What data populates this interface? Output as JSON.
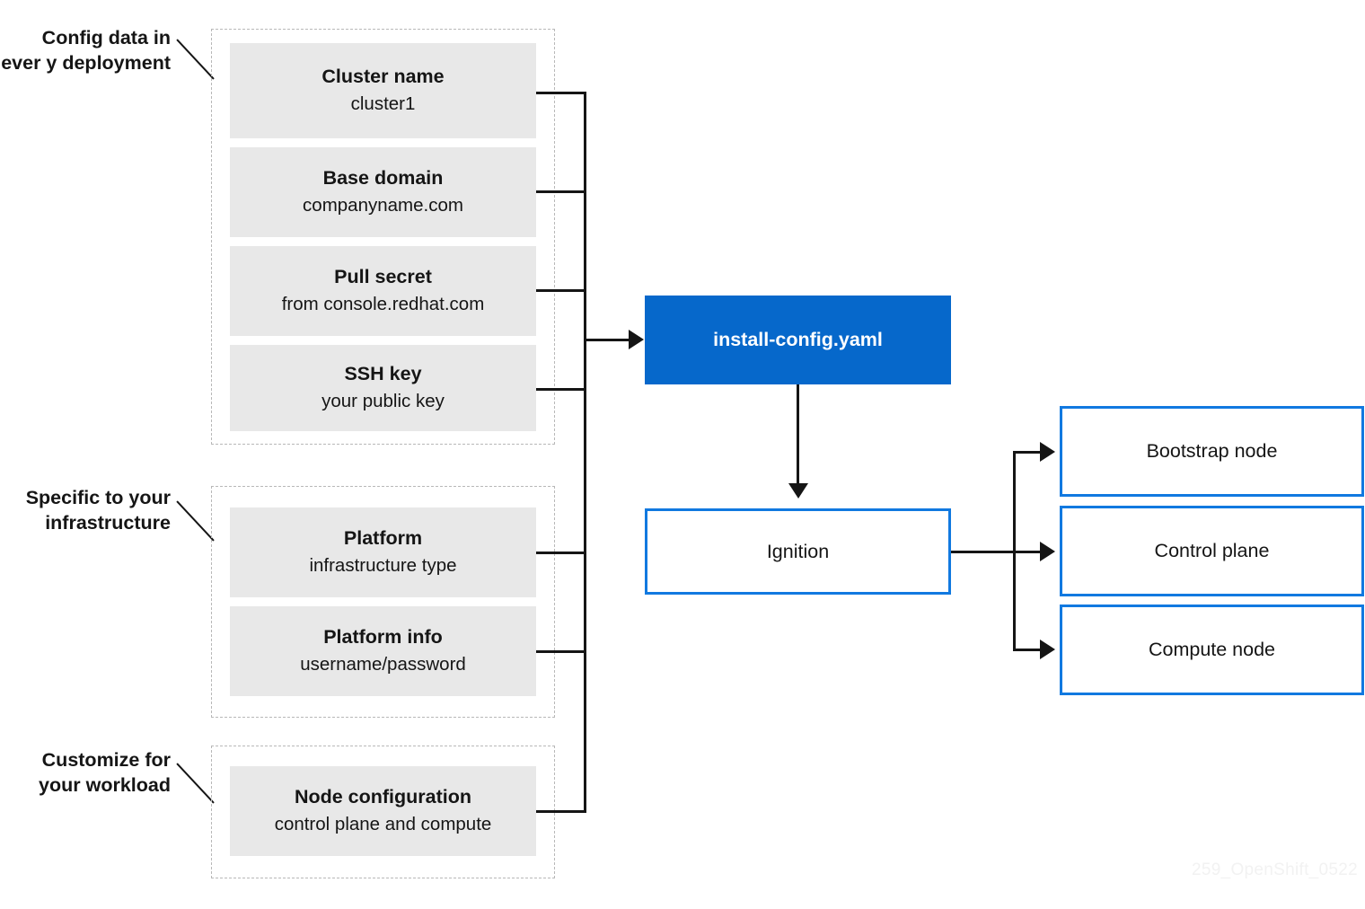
{
  "diagram": {
    "title": "OpenShift install-config.yaml to Ignition node provisioning flow",
    "watermark": "259_OpenShift_0522",
    "colors": {
      "card_fill": "#e8e8e8",
      "group_border": "#b8b8b8",
      "accent_blue_fill": "#0668cb",
      "accent_blue_border": "#1179e0",
      "text": "#151515",
      "connector": "#151515",
      "watermark": "#f2f2f2"
    }
  },
  "annotations": [
    {
      "id": "config-data",
      "text": "Config data in\never y deployment"
    },
    {
      "id": "infrastructure",
      "text": "Specific to your\ninfrastructure"
    },
    {
      "id": "workload",
      "text": "Customize for\nyour workload"
    }
  ],
  "groups": [
    {
      "id": "config-data-group",
      "label": "Config data in every deployment",
      "cards": [
        {
          "id": "cluster-name",
          "title": "Cluster name",
          "subtitle": "cluster1"
        },
        {
          "id": "base-domain",
          "title": "Base domain",
          "subtitle": "companyname.com"
        },
        {
          "id": "pull-secret",
          "title": "Pull secret",
          "subtitle": "from console.redhat.com"
        },
        {
          "id": "ssh-key",
          "title": "SSH key",
          "subtitle": "your public key"
        }
      ]
    },
    {
      "id": "infrastructure-group",
      "label": "Specific to your infrastructure",
      "cards": [
        {
          "id": "platform",
          "title": "Platform",
          "subtitle": "infrastructure type"
        },
        {
          "id": "platform-info",
          "title": "Platform info",
          "subtitle": "username/password"
        }
      ]
    },
    {
      "id": "workload-group",
      "label": "Customize for your workload",
      "cards": [
        {
          "id": "node-configuration",
          "title": "Node configuration",
          "subtitle": "control plane and compute"
        }
      ]
    }
  ],
  "pipeline": {
    "install_config": {
      "id": "install-config",
      "label": "install-config.yaml"
    },
    "ignition": {
      "id": "ignition",
      "label": "Ignition"
    }
  },
  "nodes": [
    {
      "id": "bootstrap-node",
      "label": "Bootstrap node"
    },
    {
      "id": "control-plane",
      "label": "Control plane"
    },
    {
      "id": "compute-node",
      "label": "Compute node"
    }
  ]
}
